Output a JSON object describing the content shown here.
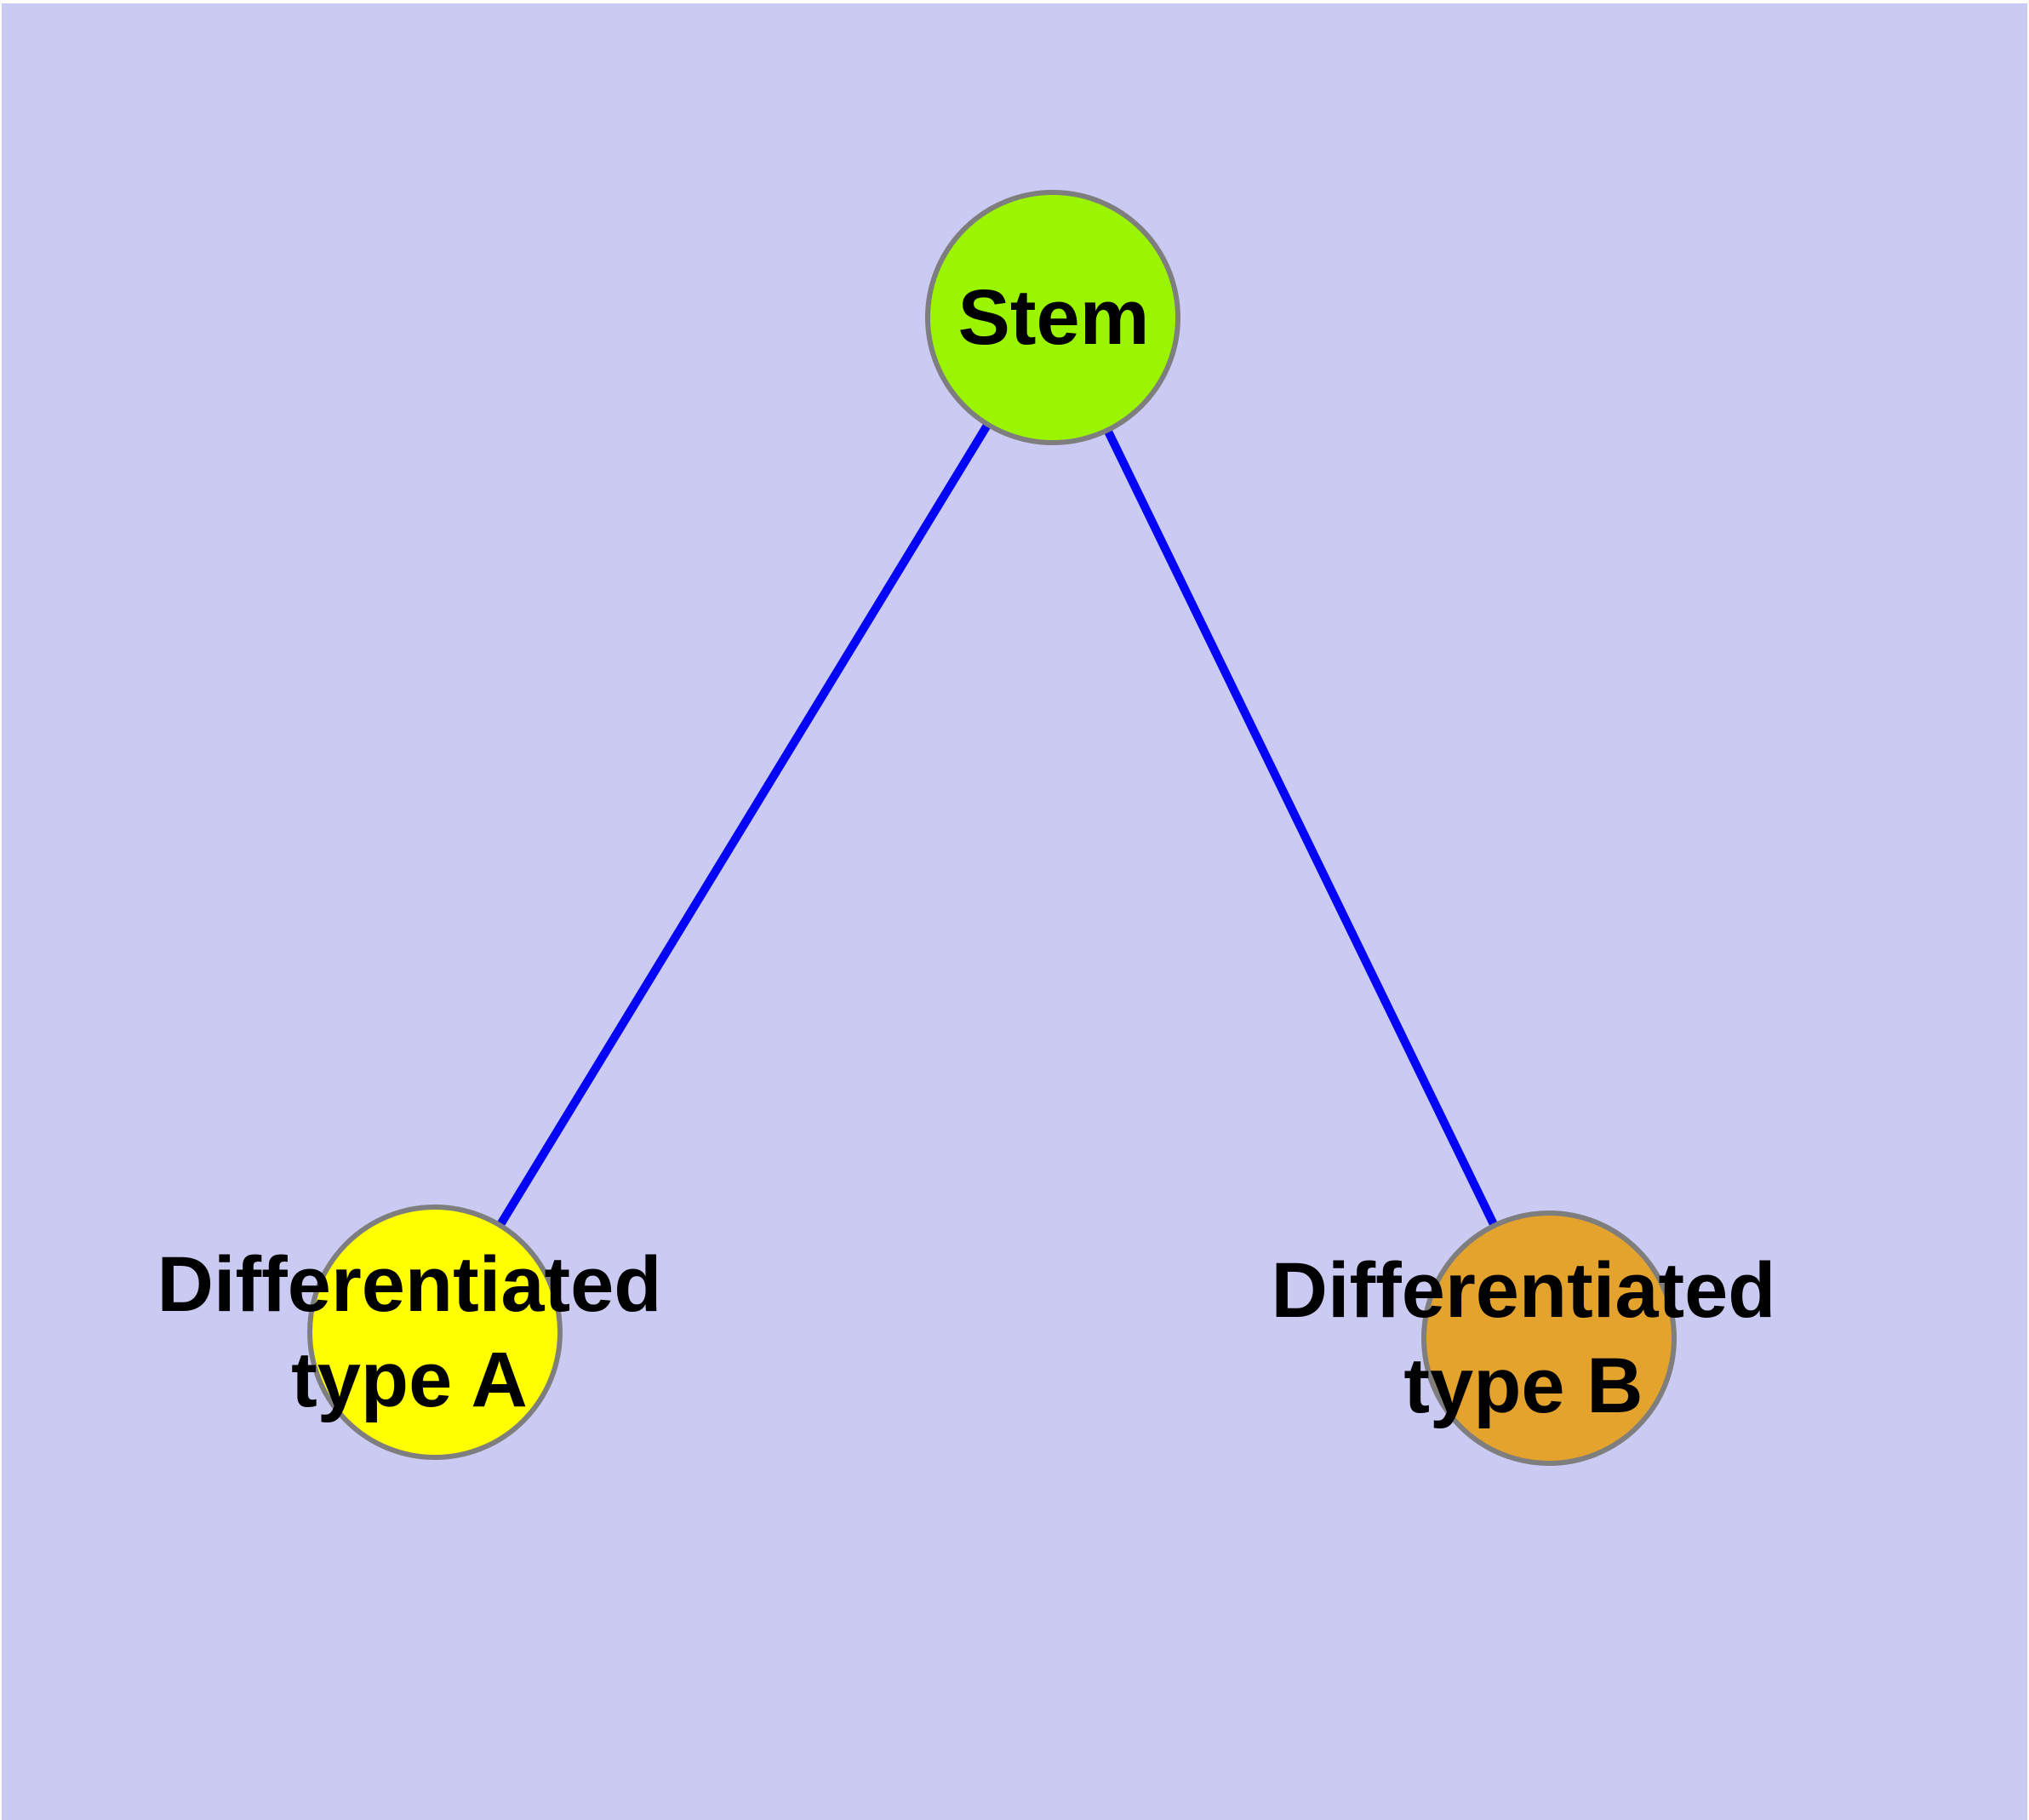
{
  "diagram": {
    "background_color": "#CACAF2",
    "margin_color": "#FFFFFF",
    "edge_color": "#0505F5",
    "node_border_color": "#7E7E7E",
    "label_color": "#000000",
    "nodes": [
      {
        "id": "stem",
        "lines": [
          "Stem"
        ],
        "color": "#9BF500"
      },
      {
        "id": "differentiated-type-a",
        "lines": [
          "Differentiated",
          "type A"
        ],
        "color": "#FFFF00"
      },
      {
        "id": "differentiated-type-b",
        "lines": [
          "Differentiated",
          "type B"
        ],
        "color": "#E4A32C"
      }
    ],
    "edges": [
      {
        "from": "stem",
        "to": "differentiated-type-a"
      },
      {
        "from": "stem",
        "to": "differentiated-type-b"
      }
    ]
  }
}
